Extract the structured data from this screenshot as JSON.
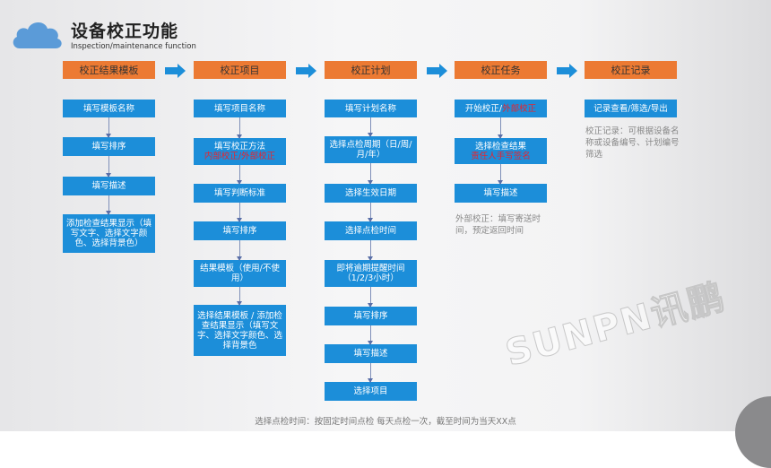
{
  "title": "设备校正功能",
  "subtitle": "Inspection/maintenance function",
  "watermark": "SUNPN讯鹏",
  "colors": {
    "header": "#ec7a33",
    "box": "#1c8ed9",
    "highlight": "#e8232d",
    "arrow": "#1c8ed9"
  },
  "columns": [
    {
      "header": "校正结果模板",
      "steps": [
        {
          "text": "填写模板名称"
        },
        {
          "text": "填写排序"
        },
        {
          "text": "填写描述"
        },
        {
          "text": "添加检查结果显示（填写文字、选择文字颜色、选择背景色）"
        }
      ]
    },
    {
      "header": "校正项目",
      "steps": [
        {
          "text": "填写项目名称"
        },
        {
          "text": "填写校正方法",
          "red": "内部校正/外部校正"
        },
        {
          "text": "填写判断标准"
        },
        {
          "text": "填写排序"
        },
        {
          "text": "结果模板（使用/不使用）"
        },
        {
          "text": "选择结果模板 / 添加检查结果显示（填写文字、选择文字颜色、选择背景色"
        }
      ]
    },
    {
      "header": "校正计划",
      "steps": [
        {
          "text": "填写计划名称"
        },
        {
          "text": "选择点检周期（日/周/月/年）"
        },
        {
          "text": "选择生效日期"
        },
        {
          "text": "选择点检时间"
        },
        {
          "text": "即将逾期提醒时间（1/2/3小时）"
        },
        {
          "text": "填写排序"
        },
        {
          "text": "填写描述"
        },
        {
          "text": "选择项目"
        }
      ]
    },
    {
      "header": "校正任务",
      "steps": [
        {
          "text": "开始校正/",
          "red_inline": "外部校正"
        },
        {
          "text": "选择检查结果",
          "red": "责任人手写签名"
        },
        {
          "text": "填写描述"
        }
      ],
      "note": "外部校正：填写寄送时间，预定返回时间"
    },
    {
      "header": "校正记录",
      "steps": [
        {
          "text": "记录查看/筛选/导出"
        }
      ],
      "note": "校正记录：可根据设备名称或设备编号、计划编号筛选"
    }
  ],
  "footer": "选择点检时间：按固定时间点检 每天点检一次，截至时间为当天XX点"
}
